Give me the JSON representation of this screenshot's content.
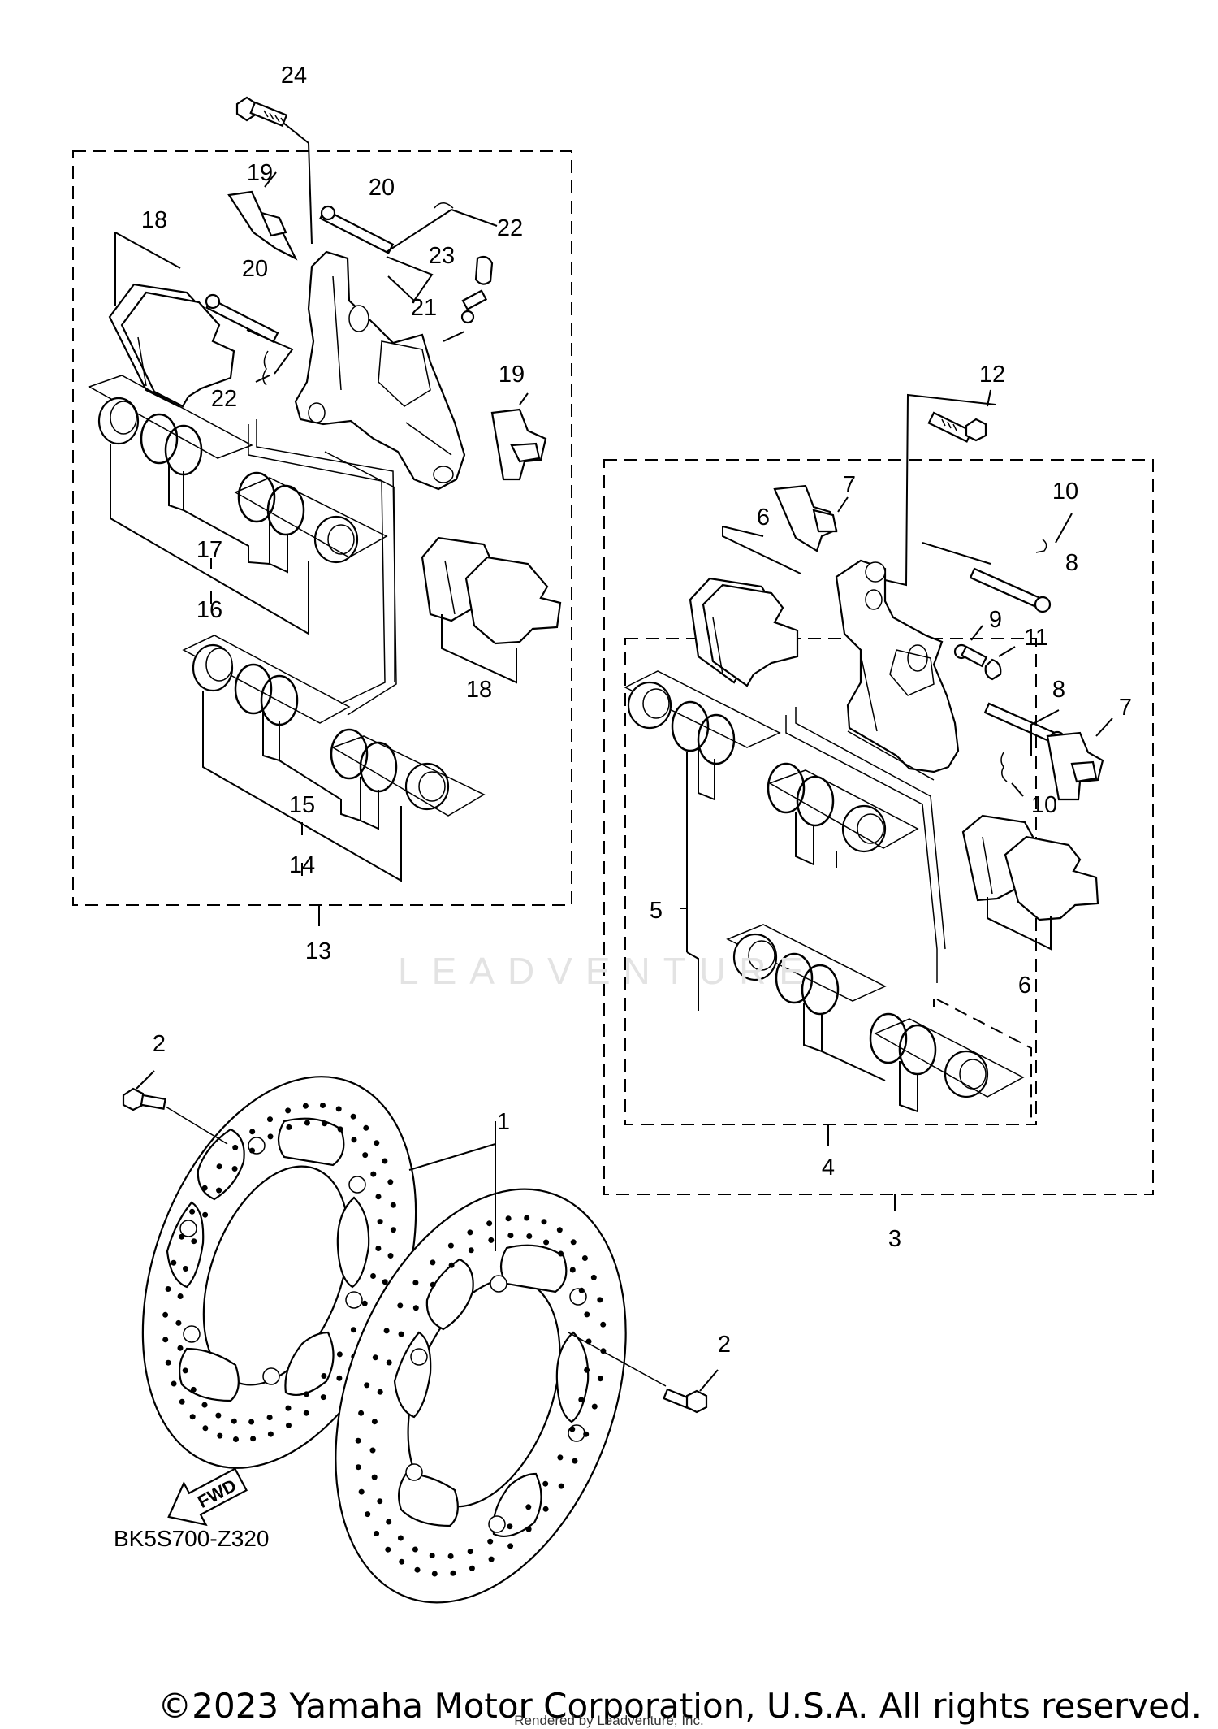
{
  "diagram": {
    "code": "BK5S700-Z320",
    "copyright": "©2023 Yamaha Motor Corporation, U.S.A. All rights reserved.",
    "rendered_by": "Rendered by Leadventure, Inc.",
    "watermark": "LEADVENTURE",
    "fwd_arrow_text": "FWD"
  },
  "callouts": {
    "c1": "1",
    "c2a": "2",
    "c2b": "2",
    "c3": "3",
    "c4": "4",
    "c5": "5",
    "c6a": "6",
    "c6b": "6",
    "c7a": "7",
    "c7b": "7",
    "c8a": "8",
    "c8b": "8",
    "c9": "9",
    "c10a": "10",
    "c10b": "10",
    "c11": "11",
    "c12": "12",
    "c13": "13",
    "c14": "14",
    "c15": "15",
    "c16": "16",
    "c17": "17",
    "c18a": "18",
    "c18b": "18",
    "c19a": "19",
    "c19b": "19",
    "c20a": "20",
    "c20b": "20",
    "c21": "21",
    "c22a": "22",
    "c22b": "22",
    "c23": "23",
    "c24": "24"
  }
}
